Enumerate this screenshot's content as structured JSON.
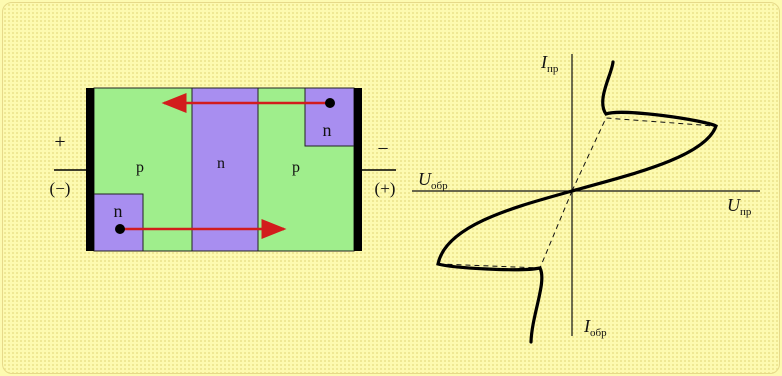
{
  "device": {
    "left_terminal": {
      "sign": "+",
      "alt": "(−)"
    },
    "right_terminal": {
      "sign": "−",
      "alt": "(+)"
    },
    "regions": [
      {
        "label": "p",
        "color": "#9fee8c"
      },
      {
        "label": "n",
        "color": "#a88ef0"
      },
      {
        "label": "p",
        "color": "#9fee8c"
      }
    ],
    "emitter_top_right": "n",
    "emitter_bottom_left": "n",
    "electrode_color": "#000000",
    "arrow_color": "#d21c1c"
  },
  "graph": {
    "y_top_label": {
      "main": "I",
      "sub": "пр"
    },
    "y_bottom_label": {
      "main": "I",
      "sub": "обр"
    },
    "x_right_label": {
      "main": "U",
      "sub": "пр"
    },
    "x_left_label": {
      "main": "U",
      "sub": "обр"
    }
  }
}
